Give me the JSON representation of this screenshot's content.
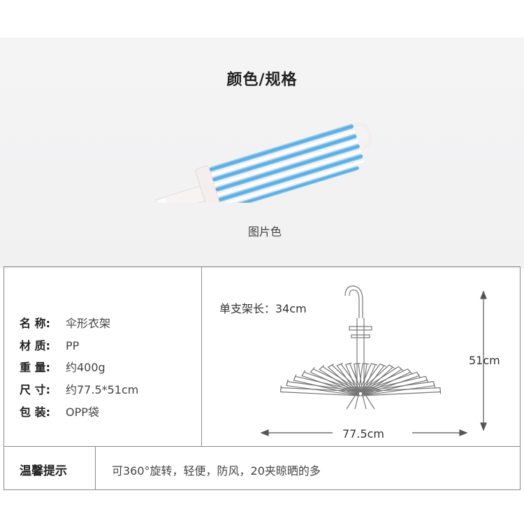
{
  "color_section": {
    "title": "颜色/规格",
    "caption": "图片色"
  },
  "specs": [
    {
      "label": "名 称:",
      "value": "伞形衣架"
    },
    {
      "label": "材 质:",
      "value": "PP"
    },
    {
      "label": "重 量:",
      "value": "约400g"
    },
    {
      "label": "尺 寸:",
      "value": "约77.5*51cm"
    },
    {
      "label": "包 装:",
      "value": "OPP袋"
    }
  ],
  "diagram": {
    "rod_length_label": "单支架长：34cm",
    "height_label": "51cm",
    "width_label": "77.5cm"
  },
  "tip": {
    "title": "温馨提示",
    "text": "可360°旋转，轻便，防风，20夹晾晒的多"
  },
  "colors": {
    "panel_bg": "#f2f2f3",
    "rod_blue": "#7fc0ea",
    "border": "#8a8a8a"
  }
}
